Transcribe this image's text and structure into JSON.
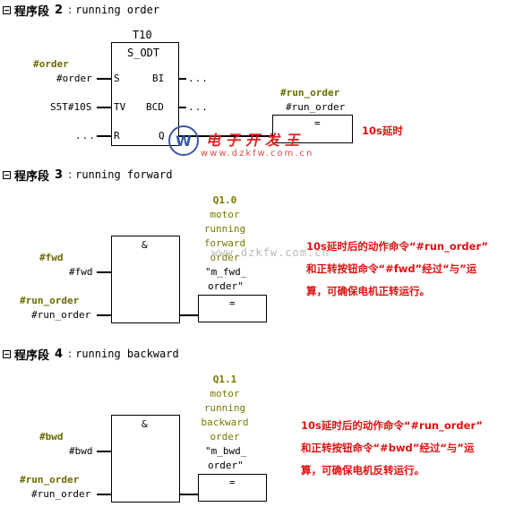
{
  "network2": {
    "label": "程序段",
    "number": "2",
    "colon": ":",
    "title": "running order",
    "timer": {
      "address": "T10",
      "type": "S_ODT",
      "pin_s": "S",
      "pin_tv": "TV",
      "pin_r": "R",
      "pin_bi": "BI",
      "pin_bcd": "BCD",
      "pin_q": "Q"
    },
    "s_symbol": "#order",
    "s_operand": "#order",
    "tv_operand": "S5T#10S",
    "r_operand": "...",
    "bi_out": "...",
    "bcd_out": "...",
    "coil_symbol": "#run_order",
    "coil_operand": "#run_order",
    "coil_label": "=",
    "note": "10s延时"
  },
  "network3": {
    "label": "程序段",
    "number": "3",
    "colon": ":",
    "title": "running forward",
    "and_label": "&",
    "in1_symbol": "#fwd",
    "in1_operand": "#fwd",
    "in2_symbol": "#run_order",
    "in2_operand": "#run_order",
    "coil_address": "Q1.0",
    "coil_comment": [
      "motor",
      "running",
      "forward",
      "order"
    ],
    "coil_operand_1": "\"m_fwd_",
    "coil_operand_2": "order\"",
    "coil_label": "=",
    "note": [
      "10s延时后的动作命令“#run_order”",
      "和正转按钮命令“#fwd”经过“与”运",
      "算，可确保电机正转运行。"
    ]
  },
  "network4": {
    "label": "程序段",
    "number": "4",
    "colon": ":",
    "title": "running backward",
    "and_label": "&",
    "in1_symbol": "#bwd",
    "in1_operand": "#bwd",
    "in2_symbol": "#run_order",
    "in2_operand": "#run_order",
    "coil_address": "Q1.1",
    "coil_comment": [
      "motor",
      "running",
      "backward",
      "order"
    ],
    "coil_operand_1": "\"m_bwd_",
    "coil_operand_2": "order\"",
    "coil_label": "=",
    "note": [
      "10s延时后的动作命令“#run_order”",
      "和正转按钮命令“#bwd”经过“与”运",
      "算，可确保电机反转运行。"
    ]
  },
  "watermark": {
    "logo": "W",
    "site_cn": "电子开发王",
    "url": "www.dzkfw.com.cn",
    "url_faint": "www.dzkfw.com.cn"
  },
  "colors": {
    "symbol": "#6b6b00",
    "comment": "#7a7a00",
    "note": "#e01010"
  }
}
